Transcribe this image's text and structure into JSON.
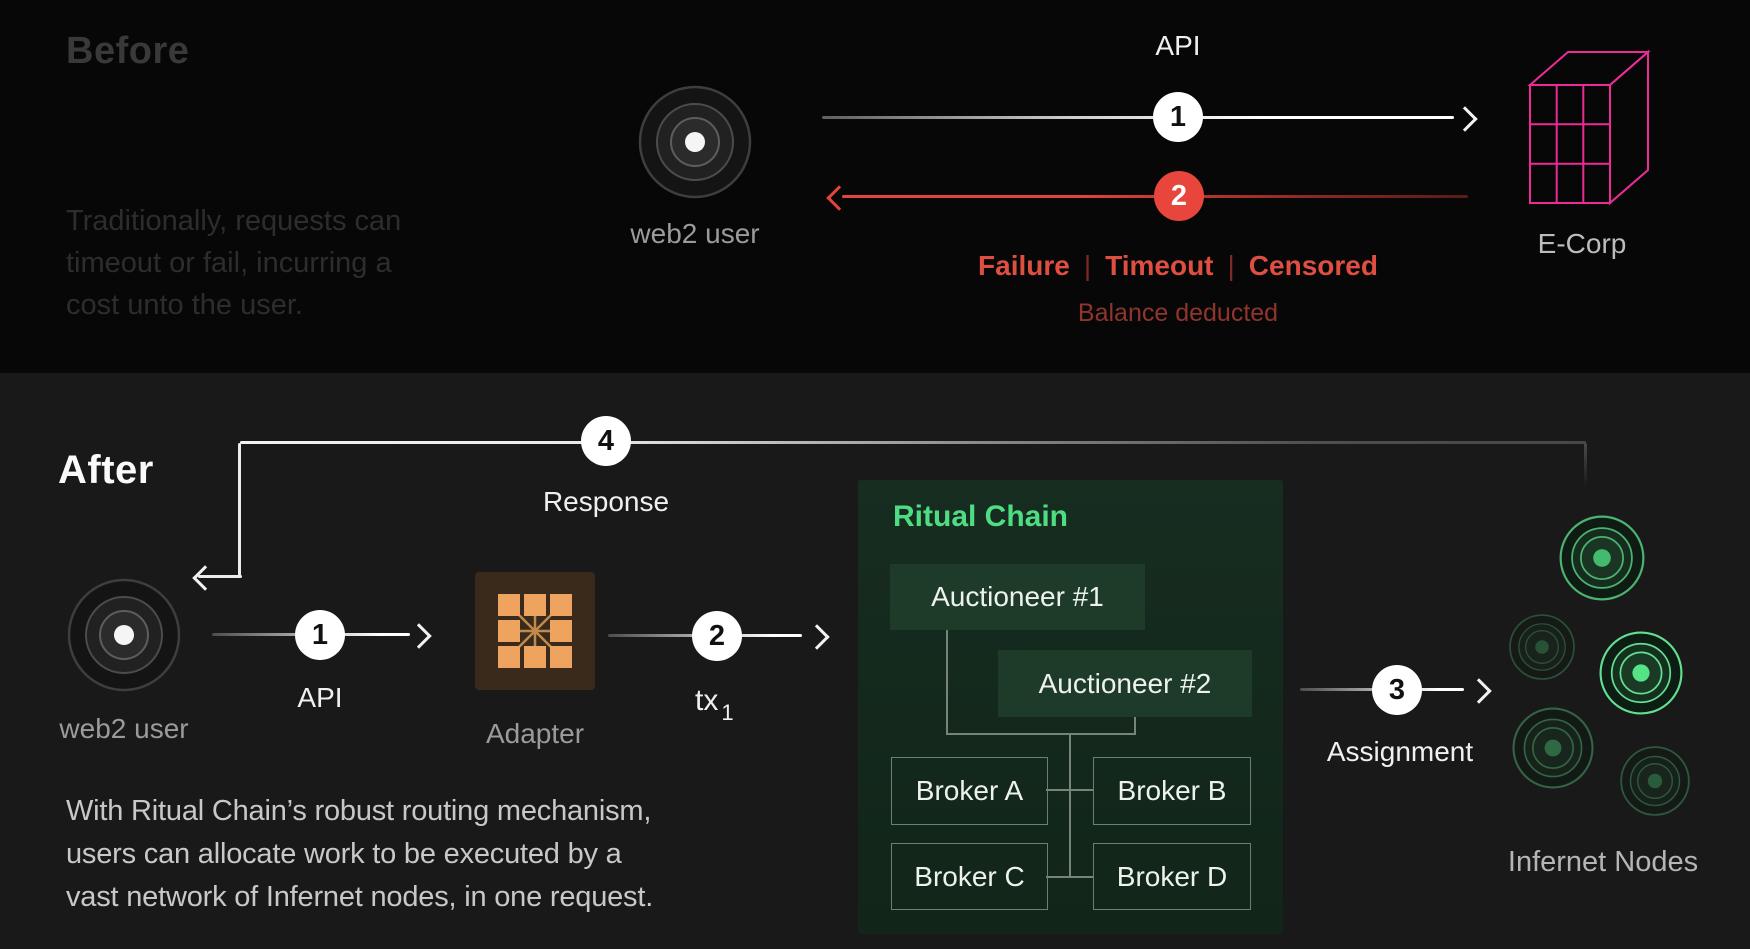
{
  "colors": {
    "accent_red": "#e2473d",
    "accent_magenta": "#ed2e98",
    "accent_green": "#4fdd84",
    "adapter_orange": "#eea45e",
    "panel_green_bg": "#142a1e"
  },
  "before": {
    "heading": "Before",
    "description_lines": [
      "Traditionally, requests can",
      "timeout or fail, incurring a",
      "cost unto the user."
    ],
    "web2_user_label": "web2 user",
    "api_label": "API",
    "step_forward": "1",
    "step_back": "2",
    "failure_label": "Failure",
    "timeout_label": "Timeout",
    "censored_label": "Censored",
    "separator": "|",
    "balance_deducted_label": "Balance deducted",
    "ecorp_label": "E-Corp"
  },
  "after": {
    "heading": "After",
    "response_step": "4",
    "response_label": "Response",
    "web2_user_label": "web2 user",
    "api_step": "1",
    "api_label": "API",
    "adapter_label": "Adapter",
    "tx_step": "2",
    "tx_label": "tx",
    "tx_subscript": "1",
    "ritual_chain_title": "Ritual Chain",
    "auctioneer_1": "Auctioneer #1",
    "auctioneer_2": "Auctioneer #2",
    "brokers": [
      "Broker A",
      "Broker B",
      "Broker C",
      "Broker D"
    ],
    "assignment_step": "3",
    "assignment_label": "Assignment",
    "infernet_nodes_label": "Infernet Nodes",
    "description_lines": [
      "With Ritual Chain’s robust routing mechanism,",
      "users can allocate work to be executed by a",
      "vast network of Infernet nodes, in one request."
    ]
  },
  "icons": {
    "web2_user": "concentric-circles-icon",
    "ecorp": "magenta-wireframe-cube-icon",
    "adapter": "orange-chip-hub-icon",
    "infernet_node": "green-radar-node-icon"
  }
}
